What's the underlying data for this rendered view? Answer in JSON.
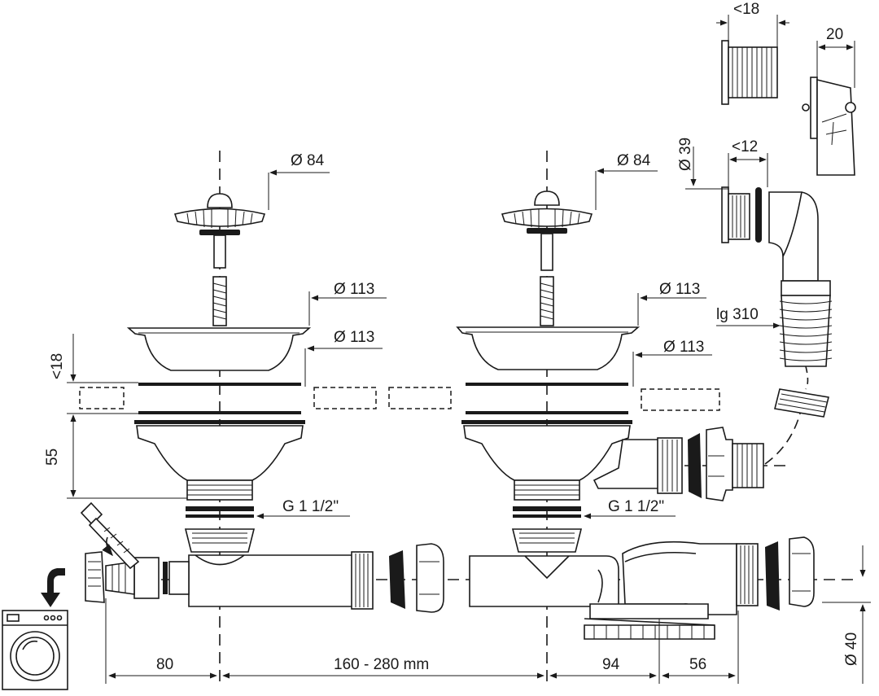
{
  "labels": {
    "d84_left": "Ø 84",
    "d84_right": "Ø 84",
    "d113_left_top": "Ø  113",
    "d113_left_bottom": "Ø 113",
    "d113_right_top": "Ø 113",
    "d113_right_bottom": "Ø 113",
    "lt18_side": "<18",
    "h55": "55",
    "g_left": "G 1 1/2\"",
    "g_right": "G 1 1/2\"",
    "w80": "80",
    "w160_280": "160 - 280 mm",
    "w94": "94",
    "w56": "56",
    "d40": "Ø 40",
    "lt18_top": "<18",
    "w20": "20",
    "lt12": "<12",
    "d39": "Ø 39",
    "lg310": "lg 310"
  },
  "icons": {
    "appliance": "washing-machine-icon",
    "arrow": "down-arrow-icon",
    "tool": "hacksaw-icon"
  }
}
